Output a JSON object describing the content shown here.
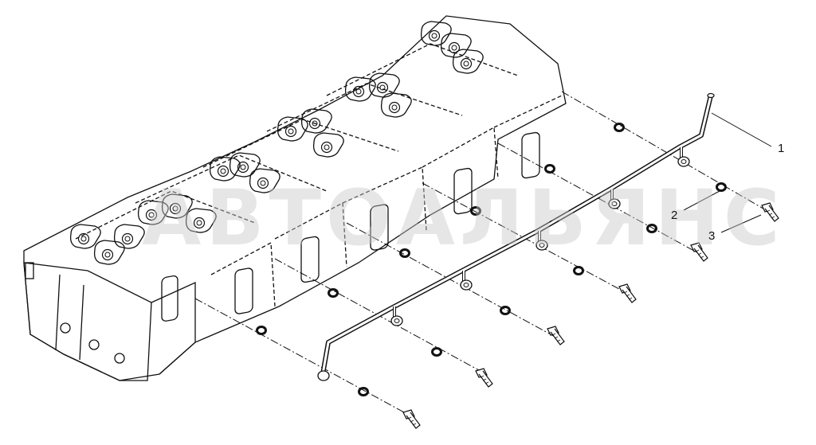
{
  "watermark": {
    "text": "АВТОАЛЬЯНС"
  },
  "callouts": [
    {
      "id": "1",
      "label": "1"
    },
    {
      "id": "2",
      "label": "2"
    },
    {
      "id": "3",
      "label": "3"
    }
  ]
}
